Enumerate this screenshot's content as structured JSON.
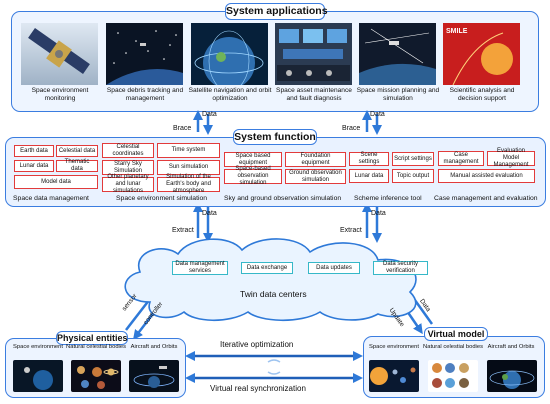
{
  "applications": {
    "title": "System applications",
    "items": [
      {
        "caption": "Space environment monitoring"
      },
      {
        "caption": "Space debris tracking and management"
      },
      {
        "caption": "Satellite navigation and orbit optimization"
      },
      {
        "caption": "Space asset maintenance and fault diagnosis"
      },
      {
        "caption": "Space mission planning and simulation"
      },
      {
        "caption": "Scientific analysis and decision support"
      }
    ],
    "smile_text": "SMILE"
  },
  "arrows_top": {
    "left_up": "Brace",
    "left_down": "Data",
    "right_up": "Brace",
    "right_down": "Data"
  },
  "function": {
    "title": "System function",
    "boxes": {
      "earth": "Earth data",
      "celestial": "Celestial data",
      "celestial_coords": "Celestial coordinates",
      "time_system": "Time system",
      "lunar": "Lunar data",
      "thematic": "Thematic data",
      "starry_sky": "Starry Sky Simulation",
      "sun_sim": "Sun simulation",
      "model_data": "Model data",
      "other_planetary": "Other planetary and lunar simulations",
      "earth_body": "Simulation of the Earth's body and atmosphere",
      "space_based": "Space based equipment",
      "foundation": "Foundation equipment",
      "space_obs": "Space-based observation simulation",
      "ground_obs": "Ground observation simulation",
      "scene": "Scene settings",
      "script": "Script settings",
      "lunar2": "Lunar data",
      "topic": "Topic output",
      "case_mgmt": "Case management",
      "eval_model": "Evaluation Model Management",
      "manual_eval": "Manual assisted evaluation"
    },
    "labels": {
      "space_data": "Space data management",
      "space_env": "Space environment simulation",
      "sky_ground": "Sky and ground observation simulation",
      "scheme": "Scheme inference tool",
      "case_eval": "Case management and evaluation"
    }
  },
  "arrows_mid": {
    "left_label1": "Data",
    "left_label2": "Extract",
    "right_label1": "Data",
    "right_label2": "Extract"
  },
  "cloud": {
    "title": "Twin data centers",
    "boxes": [
      "Data management services",
      "Data exchange",
      "Data updates",
      "Data security verification"
    ]
  },
  "side_arrows": {
    "sensor": "sensor",
    "controller": "controller",
    "update": "Update",
    "data": "Data"
  },
  "physical": {
    "title": "Physical entities",
    "items": [
      "Space environment",
      "Natural celestial bodies",
      "Aircraft and Orbits"
    ]
  },
  "virtual": {
    "title": "Virtual model",
    "items": [
      "Space environment",
      "Natural celestial bodies",
      "Aircraft and Orbits"
    ]
  },
  "bottom_arrows": {
    "top_label": "Iterative optimization",
    "bottom_label": "Virtual real synchronization"
  }
}
